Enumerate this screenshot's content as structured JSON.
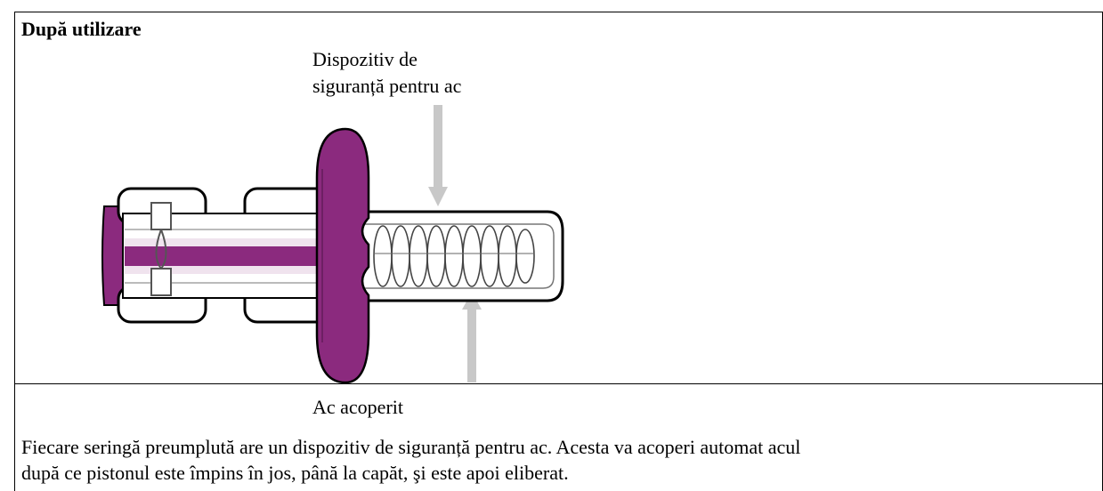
{
  "section": {
    "title": "După utilizare"
  },
  "figure": {
    "label_safety_line1": "Dispozitiv de",
    "label_safety_line2": "siguranță pentru ac",
    "label_needle": "Ac acoperit",
    "accent_color": "#8b2a7e",
    "arrow_color": "#c8c8c8"
  },
  "caption": {
    "line1": "Fiecare seringă preumplută are un dispozitiv de siguranță pentru ac. Acesta va acoperi automat acul",
    "line2": "după ce pistonul este împins în jos, până la capăt, şi este apoi eliberat."
  }
}
